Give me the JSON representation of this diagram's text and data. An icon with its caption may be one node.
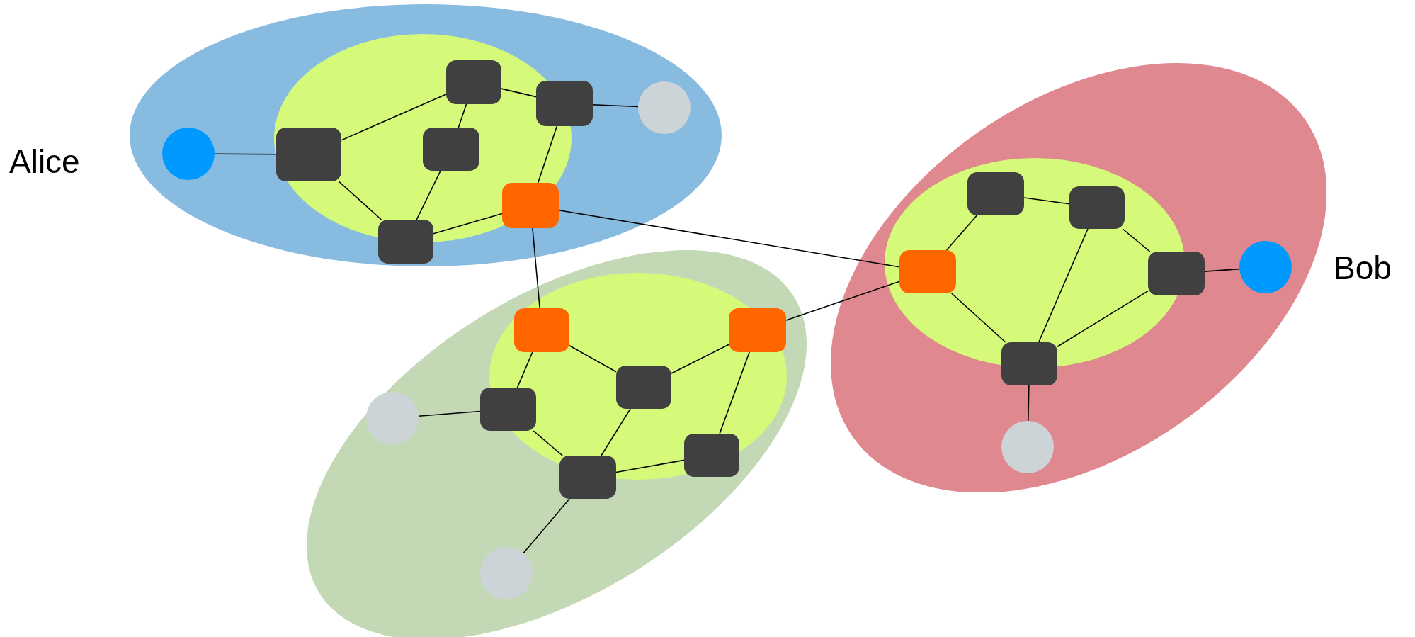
{
  "diagram": {
    "nodes": [
      {
        "text": [],
        "shape": "ellipse"
      },
      {
        "text": [],
        "shape": "circle",
        "in": 0,
        "beside": [
          "Alice"
        ]
      },
      {
        "text": [],
        "shape": "ellipse",
        "in": 0
      },
      {
        "text": [],
        "shape": "box",
        "in": 2
      },
      {
        "text": [],
        "shape": "box",
        "in": 2
      },
      {
        "text": [],
        "shape": "box",
        "in": 0
      },
      {
        "text": [],
        "shape": "box",
        "in": 2
      },
      {
        "text": [],
        "shape": "circle",
        "in": 0
      },
      {
        "text": [],
        "shape": "box",
        "in": 2
      },
      {
        "text": [],
        "shape": "box",
        "in": 0
      },
      {
        "text": [],
        "shape": "ellipse"
      },
      {
        "text": [],
        "shape": "ellipse",
        "in": 10
      },
      {
        "text": [],
        "shape": "box",
        "in": 11
      },
      {
        "text": [],
        "shape": "box",
        "in": 11
      },
      {
        "text": [],
        "shape": "box",
        "in": 11
      },
      {
        "text": [],
        "shape": "box",
        "in": 10
      },
      {
        "text": [],
        "shape": "circle",
        "in": 10
      },
      {
        "text": [],
        "shape": "box",
        "in": 10
      },
      {
        "text": [],
        "shape": "box",
        "in": 11
      },
      {
        "text": [],
        "shape": "circle",
        "in": 10
      },
      {
        "text": [],
        "shape": "ellipse"
      },
      {
        "text": [],
        "shape": "ellipse",
        "in": 20
      },
      {
        "text": [],
        "shape": "box",
        "in": 21
      },
      {
        "text": [],
        "shape": "box",
        "in": 21
      },
      {
        "text": [],
        "shape": "box",
        "in": 21
      },
      {
        "text": [],
        "shape": "box",
        "in": 20
      },
      {
        "text": [],
        "shape": "circle",
        "in": 20,
        "beside": [
          "Bob"
        ]
      },
      {
        "text": [],
        "shape": "box",
        "in": 20
      },
      {
        "text": [],
        "shape": "circle",
        "in": 20
      }
    ],
    "edges": [
      {
        "from": 1,
        "to": 3,
        "arrow": "none"
      },
      {
        "from": 3,
        "to": 4,
        "arrow": "none"
      },
      {
        "from": 4,
        "to": 5,
        "arrow": "none"
      },
      {
        "from": 5,
        "to": 7,
        "arrow": "none"
      },
      {
        "from": 4,
        "to": 6,
        "arrow": "none"
      },
      {
        "from": 3,
        "to": 9,
        "arrow": "none"
      },
      {
        "from": 6,
        "to": 9,
        "arrow": "none"
      },
      {
        "from": 9,
        "to": 8,
        "arrow": "none"
      },
      {
        "from": 5,
        "to": 8,
        "arrow": "none"
      },
      {
        "from": 8,
        "to": 22,
        "arrow": "none"
      },
      {
        "from": 8,
        "to": 12,
        "arrow": "none"
      },
      {
        "from": 12,
        "to": 14,
        "arrow": "none"
      },
      {
        "from": 14,
        "to": 13,
        "arrow": "none"
      },
      {
        "from": 13,
        "to": 22,
        "arrow": "none"
      },
      {
        "from": 12,
        "to": 15,
        "arrow": "none"
      },
      {
        "from": 15,
        "to": 16,
        "arrow": "none"
      },
      {
        "from": 14,
        "to": 17,
        "arrow": "none"
      },
      {
        "from": 13,
        "to": 18,
        "arrow": "none"
      },
      {
        "from": 15,
        "to": 17,
        "arrow": "none"
      },
      {
        "from": 17,
        "to": 18,
        "arrow": "none"
      },
      {
        "from": 17,
        "to": 19,
        "arrow": "none"
      },
      {
        "from": 22,
        "to": 23,
        "arrow": "none"
      },
      {
        "from": 23,
        "to": 24,
        "arrow": "none"
      },
      {
        "from": 24,
        "to": 25,
        "arrow": "none"
      },
      {
        "from": 25,
        "to": 26,
        "arrow": "none"
      },
      {
        "from": 22,
        "to": 27,
        "arrow": "none"
      },
      {
        "from": 24,
        "to": 27,
        "arrow": "none"
      },
      {
        "from": 25,
        "to": 27,
        "arrow": "none"
      },
      {
        "from": 27,
        "to": 28,
        "arrow": "none"
      }
    ]
  }
}
